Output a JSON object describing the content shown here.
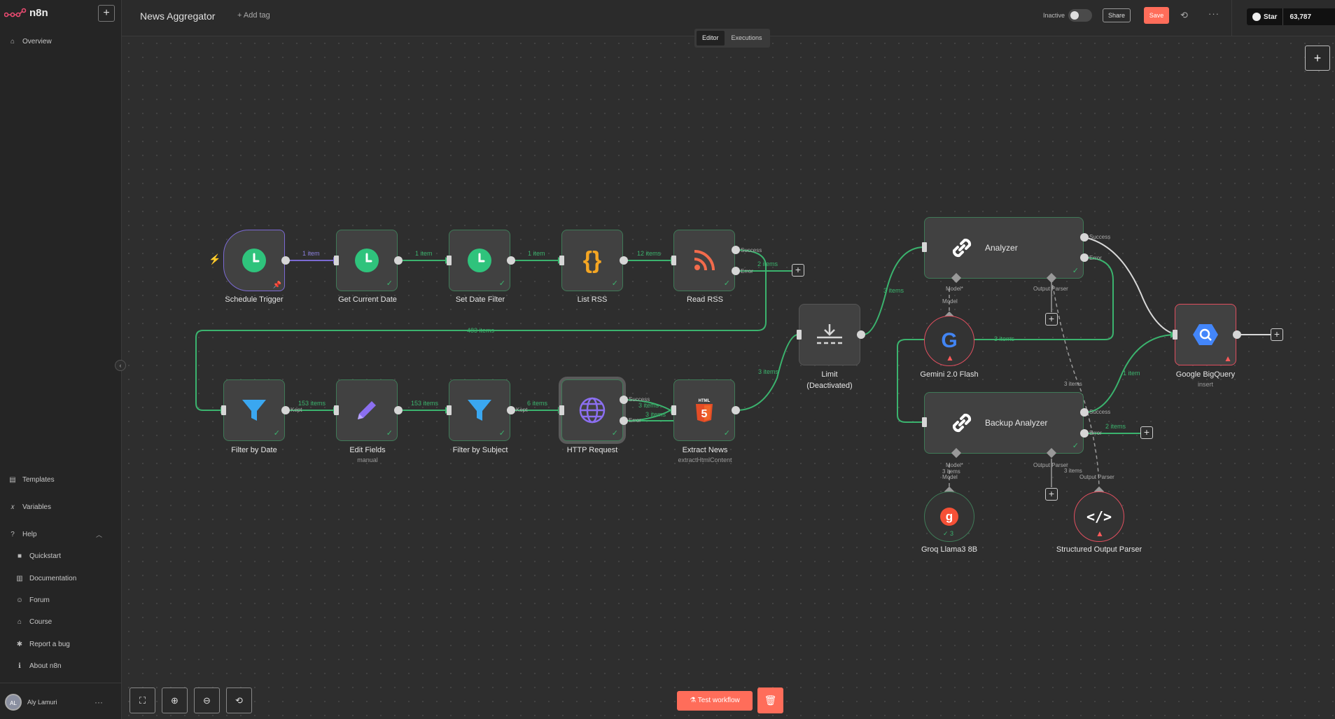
{
  "app": {
    "name": "n8n"
  },
  "sidebar": {
    "overview": "Overview",
    "templates": "Templates",
    "variables": "Variables",
    "help": "Help",
    "help_items": [
      "Quickstart",
      "Documentation",
      "Forum",
      "Course",
      "Report a bug",
      "About n8n"
    ],
    "user": {
      "name": "Aly Lamuri",
      "initials": "AL"
    }
  },
  "header": {
    "workflow_name": "News Aggregator",
    "add_tag": "+ Add tag",
    "status": "Inactive",
    "share": "Share",
    "save": "Save",
    "github": {
      "star": "Star",
      "count": "63,787"
    }
  },
  "tabs": [
    "Editor",
    "Executions"
  ],
  "nodes": {
    "schedule_trigger": "Schedule Trigger",
    "get_current_date": "Get Current Date",
    "set_date_filter": "Set Date Filter",
    "list_rss": "List RSS",
    "read_rss": "Read RSS",
    "filter_by_date": "Filter by Date",
    "edit_fields": {
      "title": "Edit Fields",
      "sub": "manual"
    },
    "filter_by_subject": "Filter by Subject",
    "http_request": "HTTP Request",
    "extract_news": {
      "title": "Extract News",
      "sub": "extractHtmlContent"
    },
    "limit": {
      "title": "Limit",
      "sub": "(Deactivated)"
    },
    "analyzer": "Analyzer",
    "backup_analyzer": "Backup Analyzer",
    "gemini": "Gemini 2.0 Flash",
    "groq": "Groq Llama3 8B",
    "structured_parser": "Structured Output Parser",
    "bigquery": {
      "title": "Google BigQuery",
      "sub": "insert"
    }
  },
  "edges": {
    "e1": "1 item",
    "e2": "1 item",
    "e3": "1 item",
    "e4": "12 items",
    "e5": "2 items",
    "e6": "483 items",
    "e7": "153 items",
    "e8": "153 items",
    "e9": "6 items",
    "e10": "3 items",
    "e11": "3 items",
    "e12": "3 items",
    "e13": "3 items",
    "e14": "3 items",
    "e15": "1 item",
    "e16": "2 items",
    "e17": "3 items",
    "e18": "3 items",
    "e19": "3 items"
  },
  "ports": {
    "success": "Success",
    "error": "Error",
    "kept": "Kept",
    "model_req": "Model*",
    "model": "Model",
    "output_parser": "Output Parser"
  },
  "groq_badge": "3",
  "footer": {
    "test_workflow": "Test workflow"
  },
  "colors": {
    "accent": "#ff6d5a",
    "success": "#3bb36e",
    "trigger": "#7b6ad3",
    "error": "#e04f5f"
  }
}
